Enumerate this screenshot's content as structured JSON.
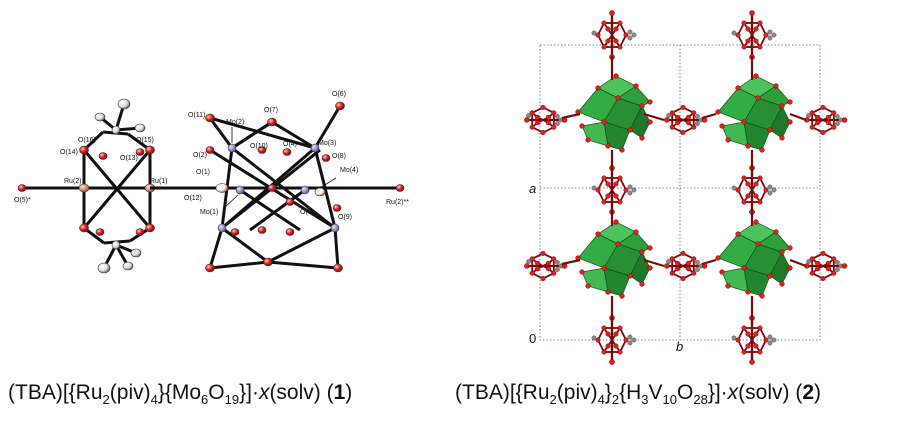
{
  "structure_1": {
    "atom_labels": [
      "O(11)",
      "Mo(2)",
      "O(7)",
      "O(6)",
      "O(2)",
      "O(10)",
      "O(4)",
      "Mo(3)",
      "O(8)",
      "O(16)",
      "O(15)",
      "O(14)",
      "O(13)",
      "Ru(2)",
      "Ru(1)",
      "O(5)*",
      "O(1)",
      "O(12)",
      "Mo(4)",
      "Mo(1)",
      "O(3)",
      "O(9)",
      "Ru(2)**"
    ]
  },
  "structure_2": {
    "axis_labels": [
      "a",
      "0",
      "b"
    ]
  },
  "captions": {
    "c1": {
      "pre": "(TBA)[{Ru",
      "s1": "2",
      "m1": "(piv)",
      "s2": "4",
      "m2": "}{Mo",
      "s3": "6",
      "m3": "O",
      "s4": "19",
      "m4": "}]·",
      "x": "x",
      "solv": "(solv) (",
      "num": "1",
      "close": ")"
    },
    "c2": {
      "pre": "(TBA)[{Ru",
      "s1": "2",
      "m1": "(piv)",
      "s2": "4",
      "m2": "}",
      "s3": "2",
      "m3": "{H",
      "s4": "3",
      "m4": "V",
      "s5": "10",
      "m5": "O",
      "s6": "28",
      "m6": "}]·",
      "x": "x",
      "solv": "(solv) (",
      "num": "2",
      "close": ")"
    }
  },
  "colors": {
    "oxygen": "#e0201b",
    "vanadium_polyhedra": "#1f9a2e",
    "ruthenium": "#7a0a0a",
    "carbon": "#8a8a8a",
    "molybdenum": "#8a7fc9",
    "cell_lines": "#4a5fb0"
  }
}
